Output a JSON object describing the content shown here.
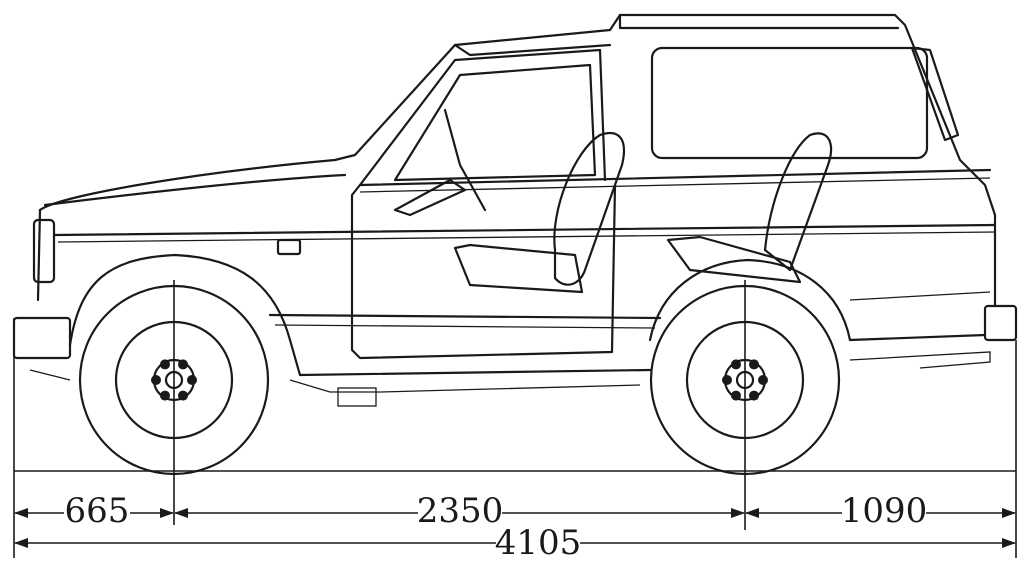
{
  "drawing": {
    "subject": "vehicle-side-elevation",
    "dimensions": {
      "front_overhang": "665",
      "wheelbase": "2350",
      "rear_overhang": "1090",
      "overall_length": "4105"
    }
  }
}
